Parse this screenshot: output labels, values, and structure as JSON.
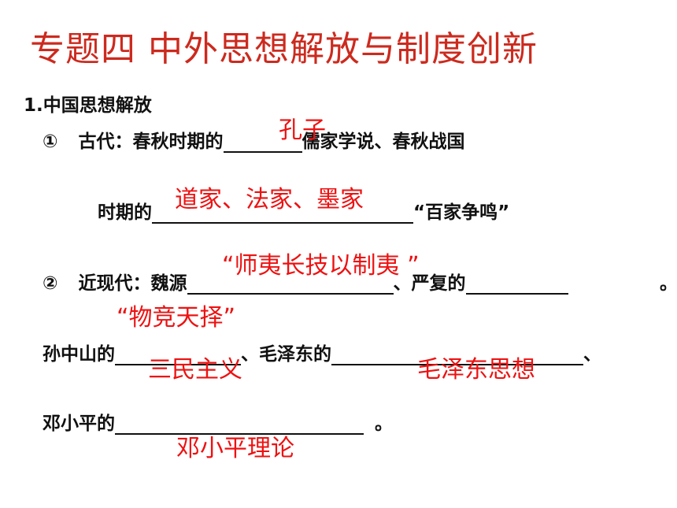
{
  "title": "专题四  中外思想解放与制度创新",
  "section_heading": "1.中国思想解放",
  "item1": {
    "marker": "①",
    "text_a": "古代：春秋时期的",
    "text_b": "儒家学说、春秋战国",
    "text_c": "时期的",
    "text_d": "“百家争鸣”",
    "answer_1": "孔子",
    "answer_2": "道家、法家、墨家"
  },
  "item2": {
    "marker": "②",
    "text_a": "近现代：魏源",
    "text_b": "、严复的",
    "text_end": "。",
    "answer_1": "“师夷长技以制夷 ”",
    "answer_2": "“物竞天择”",
    "line2_a": "孙中山的",
    "line2_b": "、毛泽东的",
    "line2_c": "、",
    "answer_3": "三民主义",
    "answer_4": "毛泽东思想",
    "line3_a": "邓小平的",
    "line3_b": "。",
    "answer_5": "邓小平理论"
  },
  "colors": {
    "title": "#cc2a1e",
    "answer": "#ee1111",
    "text": "#111111"
  }
}
